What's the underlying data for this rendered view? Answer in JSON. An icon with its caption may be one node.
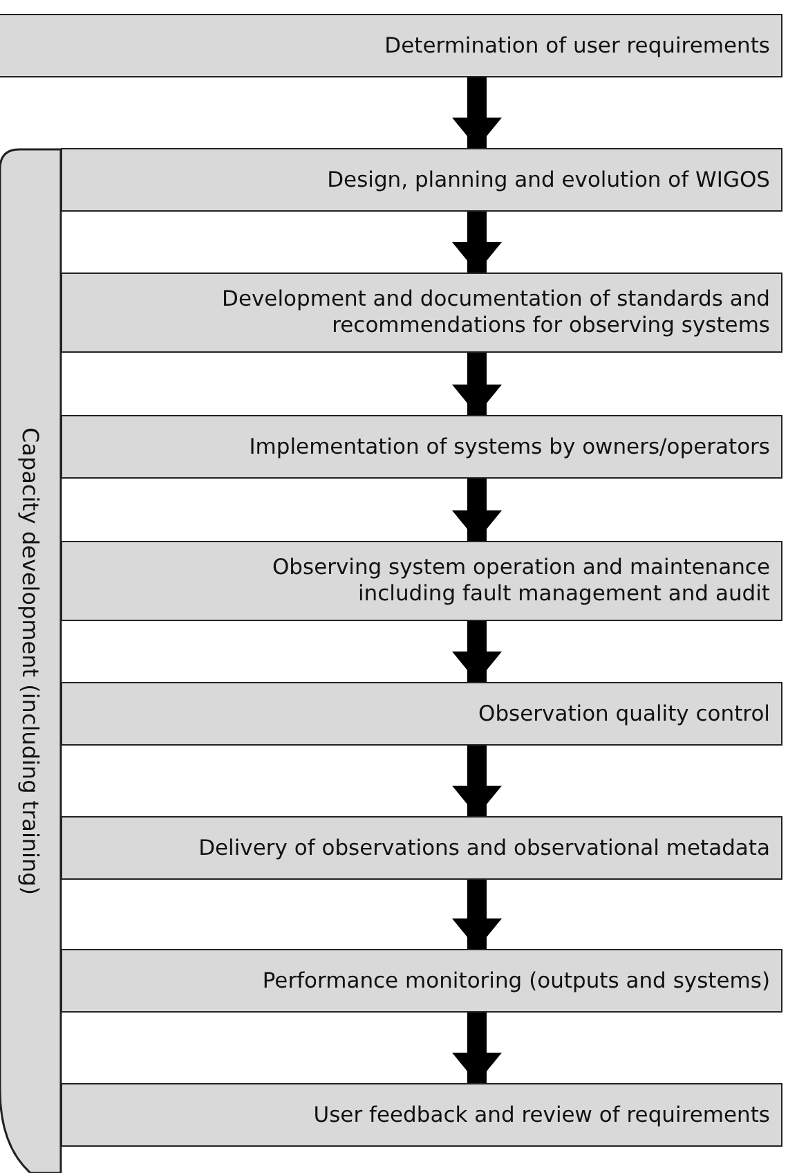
{
  "diagram": {
    "nodes": [
      {
        "text": [
          "Determination of user requirements"
        ]
      },
      {
        "text": [
          "Design, planning and evolution of WIGOS"
        ]
      },
      {
        "text": [
          "Development and documentation of standards and recommendations for observing systems"
        ]
      },
      {
        "text": [
          "Implementation of systems by owners/operators"
        ]
      },
      {
        "text": [
          "Observing system operation and maintenance including fault management and audit"
        ]
      },
      {
        "text": [
          "Observation quality control"
        ]
      },
      {
        "text": [
          "Delivery of observations and observational metadata"
        ]
      },
      {
        "text": [
          "Performance monitoring (outputs and systems)"
        ]
      },
      {
        "text": [
          "User feedback and review of requirements"
        ]
      },
      {
        "text": [
          "Capacity development (including training)"
        ]
      }
    ],
    "edges": [
      {
        "from": 0,
        "to": 1,
        "arrow": "to"
      },
      {
        "from": 1,
        "to": 2,
        "arrow": "to"
      },
      {
        "from": 2,
        "to": 3,
        "arrow": "to"
      },
      {
        "from": 3,
        "to": 4,
        "arrow": "to"
      },
      {
        "from": 4,
        "to": 5,
        "arrow": "to"
      },
      {
        "from": 5,
        "to": 6,
        "arrow": "to"
      },
      {
        "from": 6,
        "to": 7,
        "arrow": "to"
      },
      {
        "from": 7,
        "to": 8,
        "arrow": "to"
      }
    ]
  }
}
